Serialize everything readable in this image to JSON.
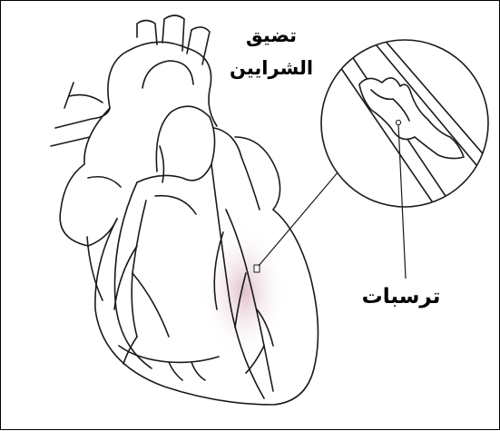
{
  "labels": {
    "artery_narrowing_line1": "تضيق",
    "artery_narrowing_line2": "الشرايين",
    "deposits": "ترسبات"
  },
  "colors": {
    "outline": "#1a1a1a",
    "background": "#ffffff",
    "blockage_shade": "#e8c9d0"
  }
}
